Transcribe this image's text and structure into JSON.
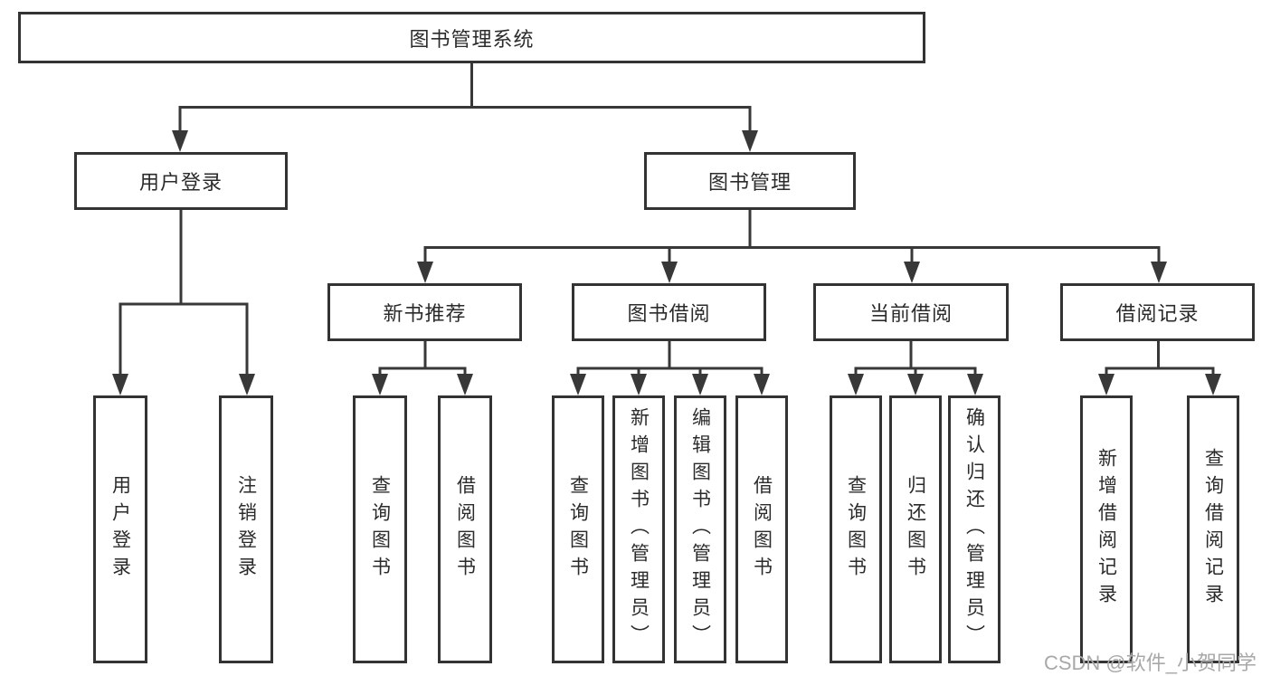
{
  "diagram": {
    "root": {
      "label": "图书管理系统"
    },
    "level2": [
      {
        "label": "用户登录",
        "children": [
          {
            "label": "用户登录"
          },
          {
            "label": "注销登录"
          }
        ]
      },
      {
        "label": "图书管理",
        "children": [
          {
            "label": "新书推荐",
            "children": [
              {
                "label": "查询图书"
              },
              {
                "label": "借阅图书"
              }
            ]
          },
          {
            "label": "图书借阅",
            "children": [
              {
                "label": "查询图书"
              },
              {
                "label": "新增图书（管理员）"
              },
              {
                "label": "编辑图书（管理员）"
              },
              {
                "label": "借阅图书"
              }
            ]
          },
          {
            "label": "当前借阅",
            "children": [
              {
                "label": "查询图书"
              },
              {
                "label": "归还图书"
              },
              {
                "label": "确认归还（管理员）"
              }
            ]
          },
          {
            "label": "借阅记录",
            "children": [
              {
                "label": "新增借阅记录"
              },
              {
                "label": "查询借阅记录"
              }
            ]
          }
        ]
      }
    ]
  },
  "watermark": {
    "text": "CSDN @软件_小贺同学"
  },
  "colors": {
    "line": "#383838",
    "border": "#333333",
    "text": "#2b2b2b",
    "background": "#ffffff",
    "watermark": "#a8a8a8"
  }
}
